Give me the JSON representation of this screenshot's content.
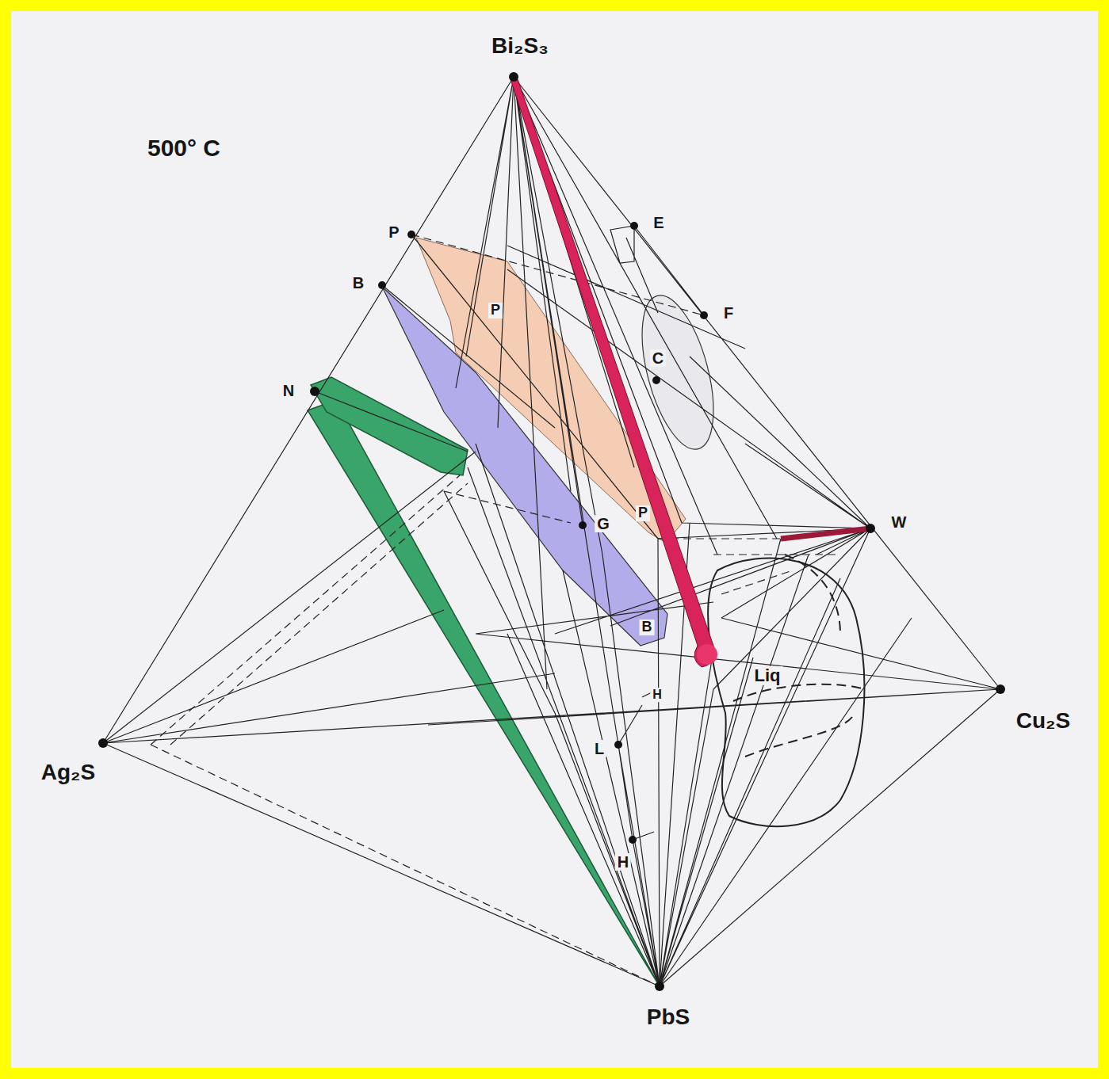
{
  "diagram": {
    "labels": [
      "500° C",
      "Bi₂S₃",
      "P",
      "E",
      "B",
      "F",
      "P",
      "C",
      "N",
      "G",
      "P",
      "W",
      "B",
      "Liq",
      "Ag₂S",
      "Cu₂S",
      "H",
      "L",
      "H",
      "PbS"
    ]
  }
}
